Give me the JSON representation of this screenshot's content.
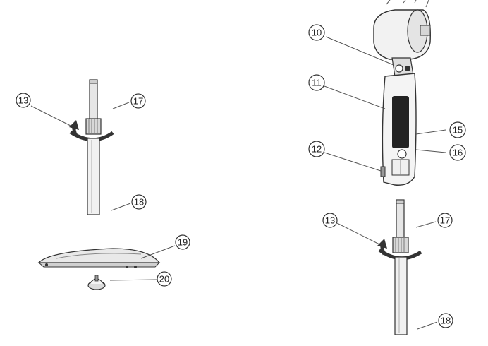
{
  "callouts": {
    "c10": "10",
    "c11": "11",
    "c12": "12",
    "c13_left": "13",
    "c13_right": "13",
    "c15": "15",
    "c16": "16",
    "c17_left": "17",
    "c17_right": "17",
    "c18_left": "18",
    "c18_right": "18",
    "c19": "19",
    "c20": "20"
  }
}
